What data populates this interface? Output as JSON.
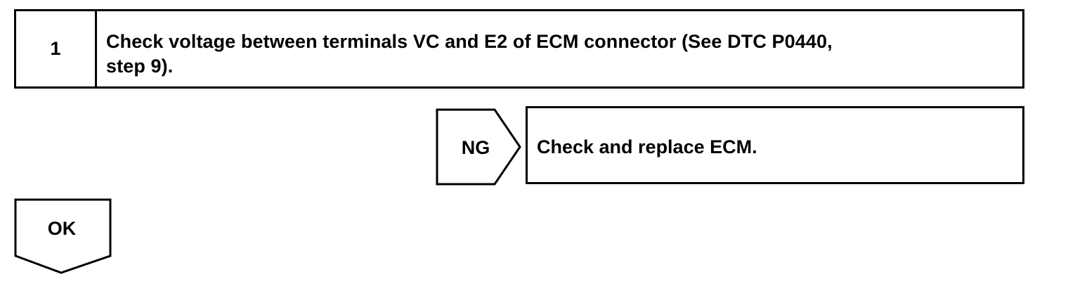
{
  "step": {
    "number": "1",
    "text_line1": "Check voltage between terminals VC and E2 of ECM connector (See DTC  P0440,",
    "text_line2": "step 9)."
  },
  "branch_ng": {
    "label": "NG",
    "action": "Check and replace ECM."
  },
  "branch_ok": {
    "label": "OK"
  }
}
